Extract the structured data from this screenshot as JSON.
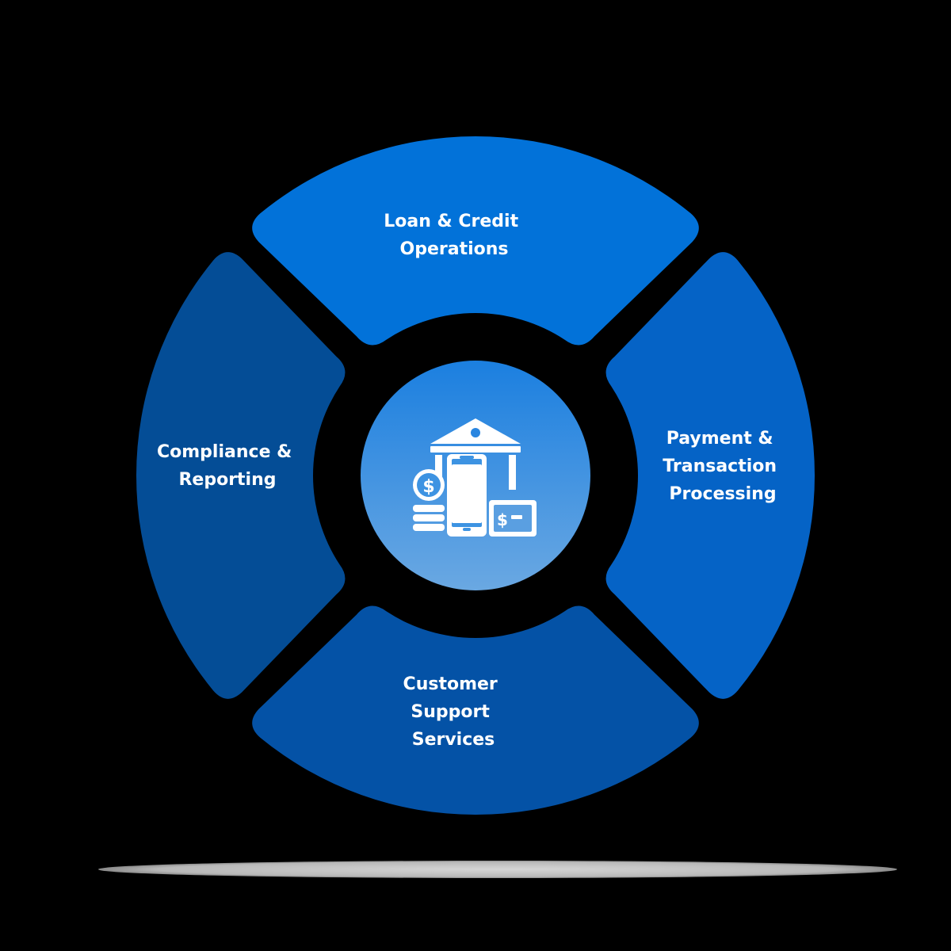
{
  "diagram": {
    "center": {
      "icon": "bank-mobile-money-icon"
    },
    "segments": [
      {
        "id": "top",
        "icon": "",
        "color": "#0272d9",
        "lines": [
          "Loan & Credit",
          "Operations"
        ]
      },
      {
        "id": "right",
        "color": "#0563c6",
        "lines": [
          "Payment &",
          "Transaction",
          "Processing"
        ]
      },
      {
        "id": "bottom",
        "color": "#0452a6",
        "lines": [
          "Customer",
          "Support",
          "Services"
        ]
      },
      {
        "id": "left",
        "color": "#044d96",
        "lines": [
          "Compliance &",
          "Reporting"
        ]
      }
    ],
    "colors": {
      "background": "#000000",
      "center_top": "#1b7fe0",
      "center_bottom": "#6aa8e2",
      "shadow": "#c8c8c8"
    }
  }
}
